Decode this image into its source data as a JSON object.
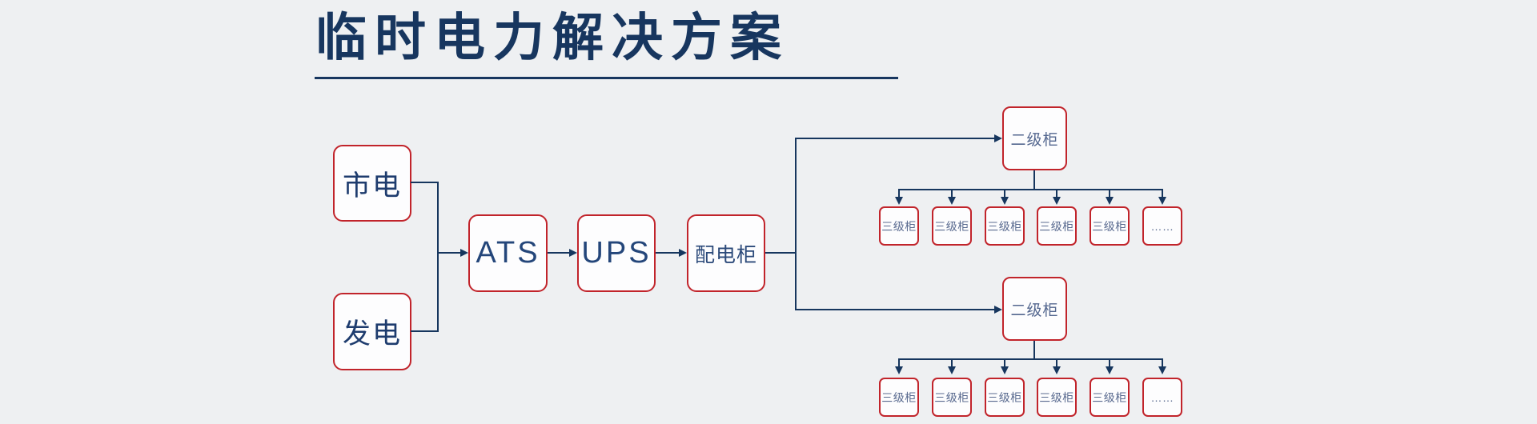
{
  "title": {
    "text": "临时电力解决方案"
  },
  "diagram": {
    "colors": {
      "background": "#eef0f2",
      "box_border": "#c1242b",
      "box_fill": "#fdfdfe",
      "connector_line": "#16365e",
      "title_text": "#17365f",
      "primary_node_text": "#1e3c6e",
      "secondary_node_text": "#5a6b90"
    },
    "nodes": {
      "mains": "市电",
      "generator": "发电",
      "ats": "ATS",
      "ups": "UPS",
      "distribution_cabinet": "配电柜",
      "secondary_top": "二级柜",
      "secondary_bottom": "二级柜",
      "tertiary_top": [
        "三级柜",
        "三级柜",
        "三级柜",
        "三级柜",
        "三级柜",
        "……"
      ],
      "tertiary_bottom": [
        "三级柜",
        "三级柜",
        "三级柜",
        "三级柜",
        "三级柜",
        "……"
      ]
    }
  }
}
